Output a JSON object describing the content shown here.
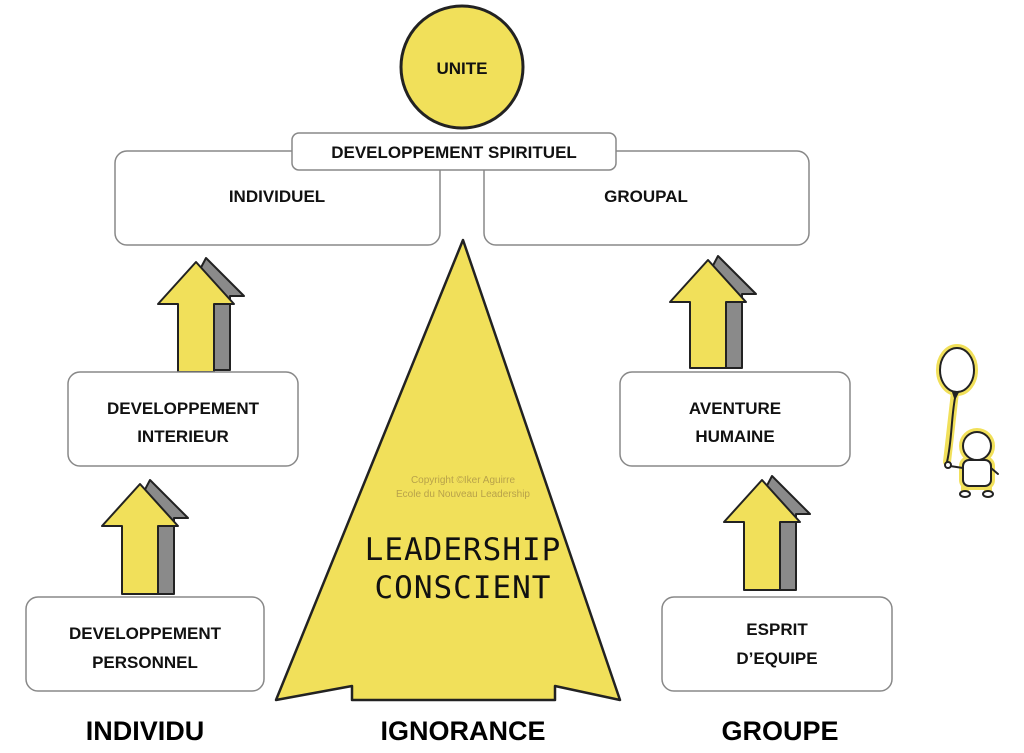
{
  "unity": "UNITE",
  "spiritual_bar": "DEVELOPPEMENT SPIRITUEL",
  "top_boxes": {
    "left": "INDIVIDUEL",
    "right": "GROUPAL"
  },
  "left_column": {
    "middle": [
      "DEVELOPPEMENT",
      "INTERIEUR"
    ],
    "bottom": [
      "DEVELOPPEMENT",
      "PERSONNEL"
    ],
    "footer": "INDIVIDU"
  },
  "right_column": {
    "middle": [
      "AVENTURE",
      "HUMAINE"
    ],
    "bottom": [
      "ESPRIT",
      "D’EQUIPE"
    ],
    "footer": "GROUPE"
  },
  "pyramid": {
    "title": [
      "LEADERSHIP",
      "CONSCIENT"
    ],
    "copyright": [
      "Copyright ©Iker Aguirre",
      "Ecole du Nouveau Leadership"
    ],
    "footer": "IGNORANCE"
  },
  "colors": {
    "yellow": "#f1e05a",
    "yellow_dark": "#b6a126",
    "stroke": "#222222",
    "box_border": "#888888"
  }
}
